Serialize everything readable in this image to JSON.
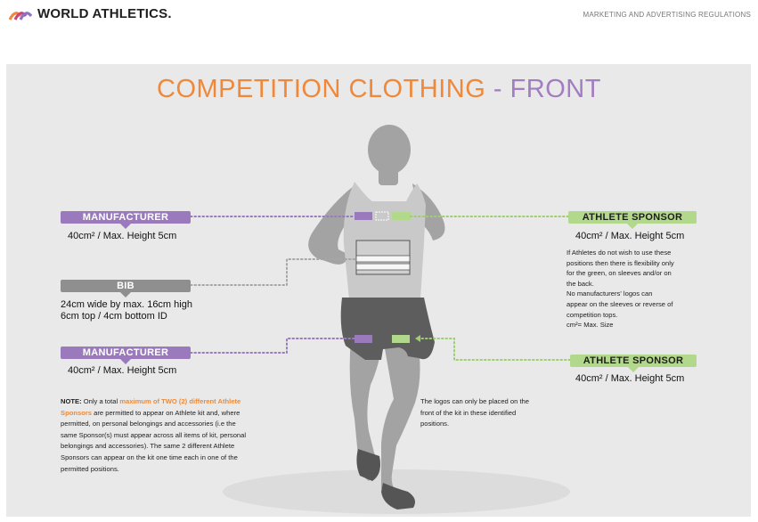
{
  "header": {
    "brand": "WORLD ATHLETICS.",
    "doc_title": "MARKETING AND ADVERTISING REGULATIONS"
  },
  "title": {
    "part1": "COMPETITION CLOTHING",
    "separator": " - ",
    "part2": "FRONT"
  },
  "labels": {
    "manufacturer_top": {
      "badge": "MANUFACTURER",
      "spec": "40cm² / Max. Height 5cm"
    },
    "bib": {
      "badge": "BIB",
      "spec_line1": "24cm wide by max. 16cm high",
      "spec_line2": "6cm top / 4cm bottom ID"
    },
    "manufacturer_bottom": {
      "badge": "MANUFACTURER",
      "spec": "40cm² / Max. Height 5cm"
    },
    "athlete_sponsor_top": {
      "badge": "ATHLETE SPONSOR",
      "spec": "40cm² / Max. Height 5cm"
    },
    "athlete_sponsor_bottom": {
      "badge": "ATHLETE SPONSOR",
      "spec": "40cm² / Max. Height 5cm"
    }
  },
  "flexibility_note": [
    "If Athletes do not wish to use these",
    "positions then there is flexibility only",
    "for the green, on sleeves and/or on",
    "the back.",
    "No manufacturers' logos can",
    "appear on the sleeves or reverse of",
    "competition tops.",
    "cm²= Max. Size"
  ],
  "center_note": [
    "The logos can only be placed on the",
    "front of the kit in these identified",
    "positions."
  ],
  "main_note": {
    "prefix": "NOTE:",
    "t1": " Only a total ",
    "h1": "maximum of TWO (2) different Athlete",
    "h2": "Sponsors",
    "t2": " are permitted to appear on Athlete kit and, where",
    "lines": [
      "permitted, on personal  belongings and accessories (i.e the",
      "same Sponsor(s) must appear across all items of kit, personal",
      "belongings and accessories). The same 2 different Athlete",
      "Sponsors can appear on the kit one time each in one of the",
      "permitted positions."
    ]
  },
  "colors": {
    "orange": "#f0883a",
    "purple": "#9b79bd",
    "green": "#b2d88c",
    "grey_badge": "#8f8f8f",
    "panel": "#e9e9e9"
  }
}
